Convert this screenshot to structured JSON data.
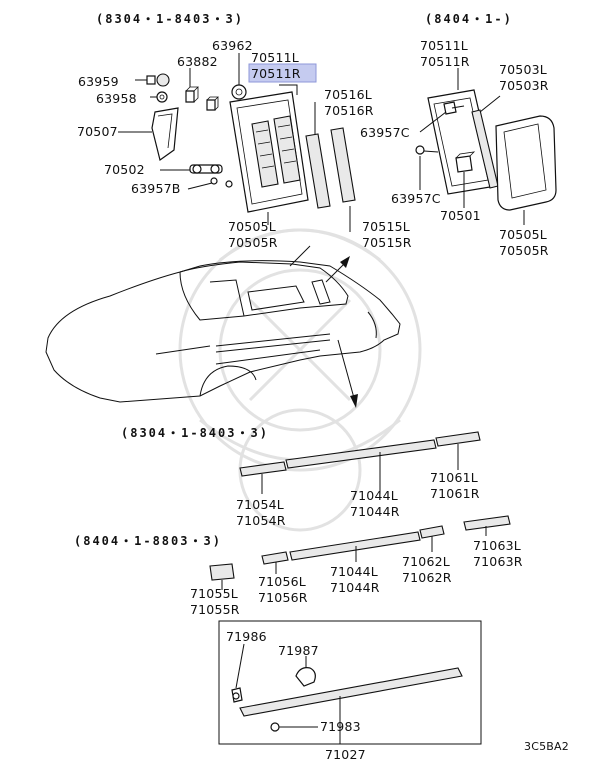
{
  "sections": {
    "s1_header": "(8304・1-8403・3)",
    "s2_header": "(8404・1-)",
    "s3_header": "(8304・1-8403・3)",
    "s4_header": "(8404・1-8803・3)"
  },
  "labels": {
    "p63962": "63962",
    "p70511L_a": "70511L",
    "p70511R_a": "70511R",
    "p63959": "63959",
    "p63882": "63882",
    "p63958": "63958",
    "p70516L": "70516L",
    "p70516R": "70516R",
    "p70507": "70507",
    "p70502": "70502",
    "p63957B": "63957B",
    "p70505L_a": "70505L",
    "p70505R_a": "70505R",
    "p70515L": "70515L",
    "p70515R": "70515R",
    "p70511L_b": "70511L",
    "p70511R_b": "70511R",
    "p70503L": "70503L",
    "p70503R": "70503R",
    "p63957C_a": "63957C",
    "p63957C_b": "63957C",
    "p70501": "70501",
    "p70505L_b": "70505L",
    "p70505R_b": "70505R",
    "p71061L": "71061L",
    "p71061R": "71061R",
    "p71054L": "71054L",
    "p71054R": "71054R",
    "p71044L_a": "71044L",
    "p71044R_a": "71044R",
    "p71055L": "71055L",
    "p71055R": "71055R",
    "p71056L": "71056L",
    "p71056R": "71056R",
    "p71044L_b": "71044L",
    "p71044R_b": "71044R",
    "p71062L": "71062L",
    "p71062R": "71062R",
    "p71063L": "71063L",
    "p71063R": "71063R",
    "p71986": "71986",
    "p71987": "71987",
    "p71983": "71983",
    "p71027": "71027"
  },
  "code": "3C5BA2",
  "highlight_color": "#c5cbf0"
}
